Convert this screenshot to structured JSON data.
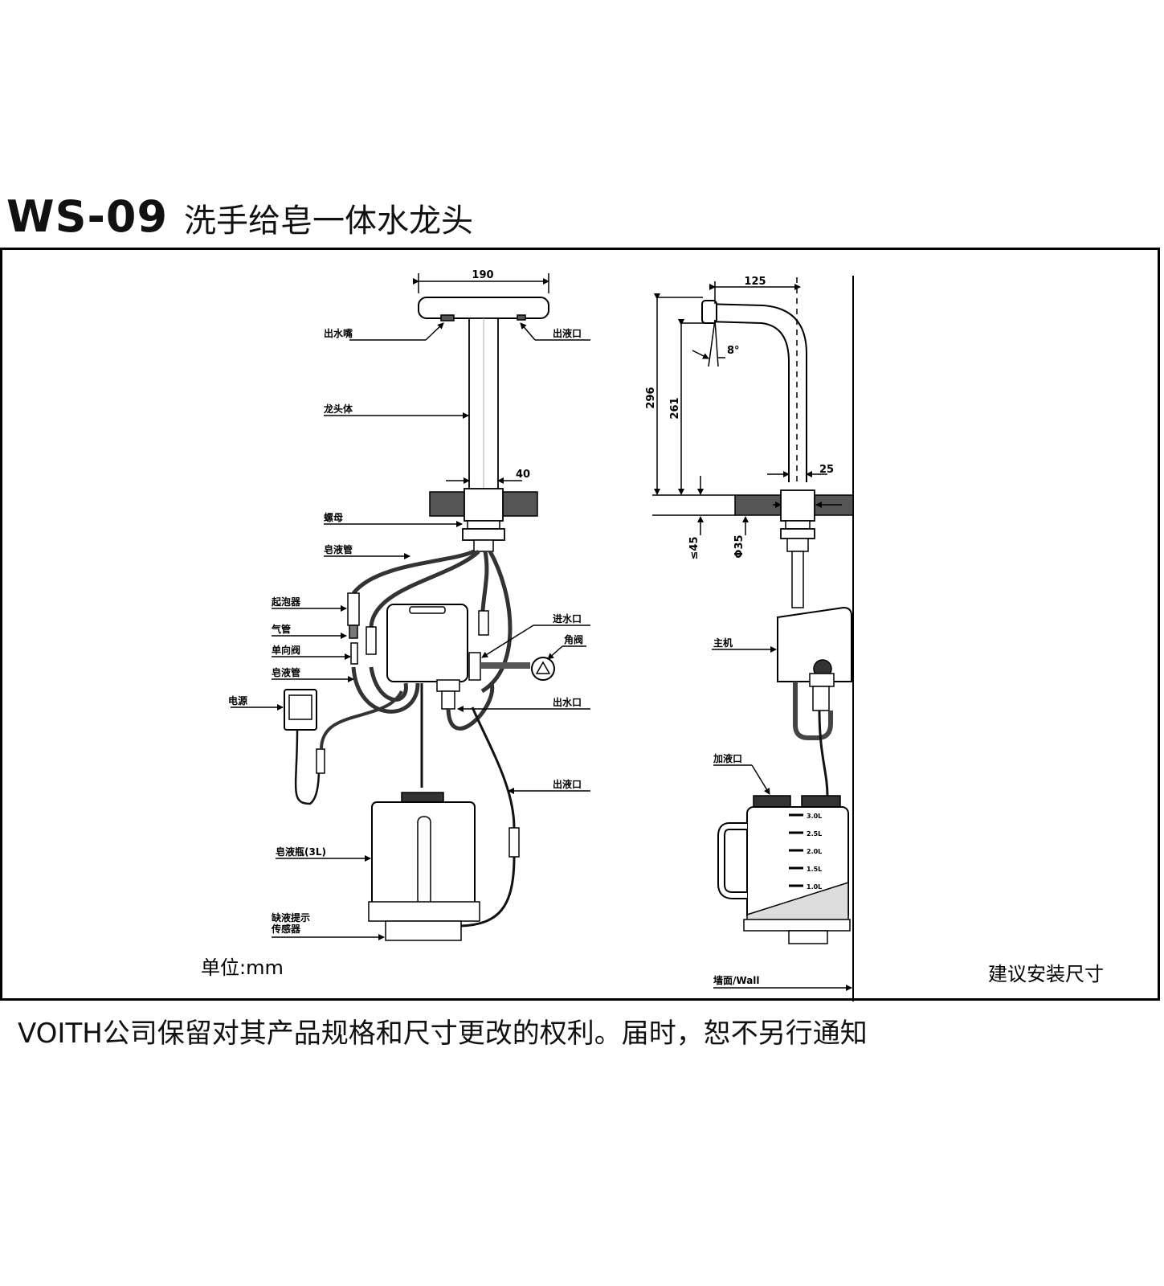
{
  "title": {
    "model": "WS-09",
    "name": "洗手给皂一体水龙头"
  },
  "labels": {
    "spout": "出水嘴",
    "liquid_outlet_top": "出液口",
    "faucet_body": "龙头体",
    "nut": "螺母",
    "soap_tube_1": "皂液管",
    "foamer": "起泡器",
    "air_tube": "气管",
    "check_valve": "单向阀",
    "soap_tube_2": "皂液管",
    "power": "电源",
    "water_inlet": "进水口",
    "angle_valve": "角阀",
    "water_outlet": "出水口",
    "liquid_outlet_bottom": "出液口",
    "soap_bottle": "皂液瓶(3L)",
    "sensor_line1": "缺液提示",
    "sensor_line2": "传感器",
    "main_unit": "主机",
    "fill_port": "加液口",
    "wall": "墙面/Wall"
  },
  "dimensions": {
    "width_190": "190",
    "dia_40": "40",
    "reach_125": "125",
    "height_296": "296",
    "height_261": "261",
    "angle": "8°",
    "dia_25": "25",
    "max_45": "≤45",
    "dia_35": "Φ35"
  },
  "bottle_scale": [
    "3.0L",
    "2.5L",
    "2.0L",
    "1.5L",
    "1.0L"
  ],
  "unit_note": "单位:mm",
  "install_note": "建议安装尺寸",
  "footer": "VOITH公司保留对其产品规格和尺寸更改的权利。届时，恕不另行通知"
}
